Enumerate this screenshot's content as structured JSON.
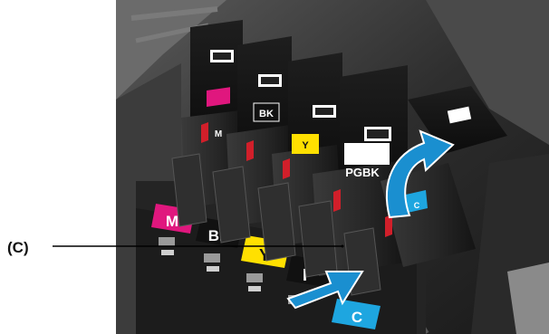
{
  "callout": {
    "label": "(C)"
  },
  "slot_labels": [
    {
      "text": "M",
      "color": "#e0177e",
      "text_color": "#ffffff"
    },
    {
      "text": "BK",
      "color": "#111111",
      "text_color": "#ffffff"
    },
    {
      "text": "Y",
      "color": "#ffe000",
      "text_color": "#111111"
    },
    {
      "text": "P",
      "color": "#111111",
      "text_color": "#ffffff"
    },
    {
      "text": "C",
      "color": "#1ea6e0",
      "text_color": "#ffffff"
    }
  ],
  "cartridges": [
    {
      "id": "magenta",
      "label": "M",
      "label_color": "#e0177e",
      "label_text_color": "#ffffff"
    },
    {
      "id": "black",
      "label": "BK",
      "label_color": "#111111",
      "label_text_color": "#ffffff"
    },
    {
      "id": "yellow",
      "label": "Y",
      "label_color": "#ffe000",
      "label_text_color": "#111111"
    },
    {
      "id": "pgbk",
      "label": "PGBK",
      "label_color": "#111111",
      "label_text_color": "#ffffff"
    },
    {
      "id": "cyan",
      "label": "C",
      "label_color": "#1ea6e0",
      "label_text_color": "#ffffff"
    }
  ],
  "colors": {
    "arrow": "#1a8fd0",
    "lock_tab": "#d11f2a",
    "printer_body": "#2b2b2b",
    "background": "#ffffff"
  },
  "icons": [
    "rotate-arrow-icon",
    "push-arrow-icon"
  ]
}
